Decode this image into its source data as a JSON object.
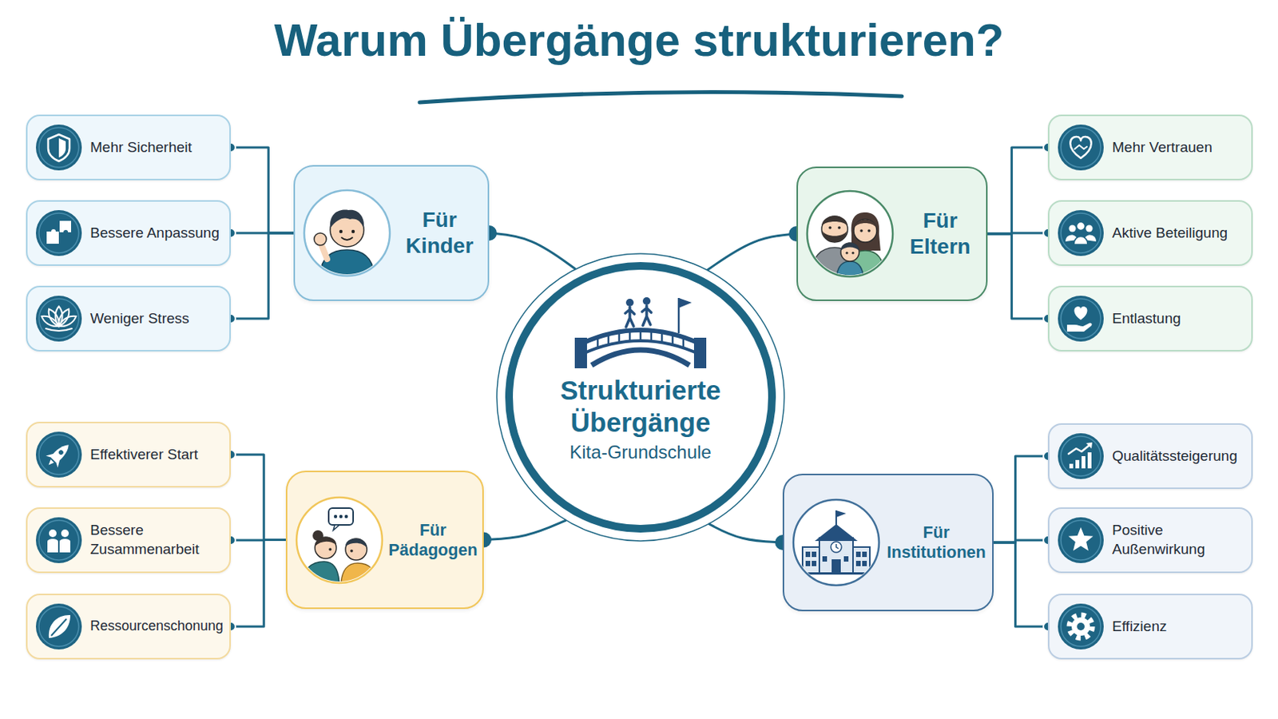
{
  "diagram": {
    "title": "Warum Übergänge strukturieren?",
    "nodes": [
      {
        "text": [
          "Strukturierte Übergänge",
          "Kita-Grundschule"
        ]
      },
      {
        "text": [
          "Für Kinder"
        ]
      },
      {
        "text": [
          "Mehr Sicherheit"
        ]
      },
      {
        "text": [
          "Bessere Anpassung"
        ]
      },
      {
        "text": [
          "Weniger Stress"
        ]
      },
      {
        "text": [
          "Für Eltern"
        ]
      },
      {
        "text": [
          "Mehr Vertrauen"
        ]
      },
      {
        "text": [
          "Aktive Beteiligung"
        ]
      },
      {
        "text": [
          "Entlastung"
        ]
      },
      {
        "text": [
          "Für Pädagogen"
        ]
      },
      {
        "text": [
          "Effektiverer Start"
        ]
      },
      {
        "text": [
          "Bessere Zusammenarbeit"
        ]
      },
      {
        "text": [
          "Ressourcenschonung"
        ]
      },
      {
        "text": [
          "Für Institutionen"
        ]
      },
      {
        "text": [
          "Qualitätssteigerung"
        ]
      },
      {
        "text": [
          "Positive Außenwirkung"
        ]
      },
      {
        "text": [
          "Effizienz"
        ]
      }
    ],
    "edges": [
      {
        "from": 0,
        "to": 1,
        "arrow": "none"
      },
      {
        "from": 0,
        "to": 5,
        "arrow": "none"
      },
      {
        "from": 0,
        "to": 9,
        "arrow": "none"
      },
      {
        "from": 0,
        "to": 13,
        "arrow": "none"
      },
      {
        "from": 1,
        "to": 2,
        "arrow": "none"
      },
      {
        "from": 1,
        "to": 3,
        "arrow": "none"
      },
      {
        "from": 1,
        "to": 4,
        "arrow": "none"
      },
      {
        "from": 5,
        "to": 6,
        "arrow": "none"
      },
      {
        "from": 5,
        "to": 7,
        "arrow": "none"
      },
      {
        "from": 5,
        "to": 8,
        "arrow": "none"
      },
      {
        "from": 9,
        "to": 10,
        "arrow": "none"
      },
      {
        "from": 9,
        "to": 11,
        "arrow": "none"
      },
      {
        "from": 9,
        "to": 12,
        "arrow": "none"
      },
      {
        "from": 13,
        "to": 14,
        "arrow": "none"
      },
      {
        "from": 13,
        "to": 15,
        "arrow": "none"
      },
      {
        "from": 13,
        "to": 16,
        "arrow": "none"
      }
    ]
  }
}
